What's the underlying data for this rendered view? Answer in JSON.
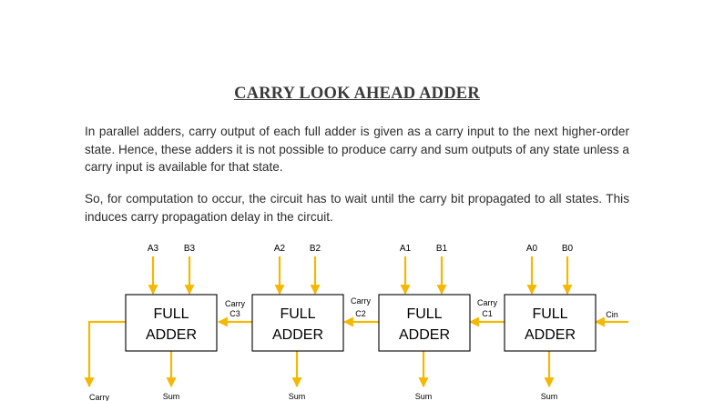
{
  "title": "CARRY LOOK AHEAD ADDER",
  "paragraph1": "In parallel adders, carry output of each full adder is given as a carry input to the next higher-order state. Hence, these adders it is not possible to produce carry and sum outputs of any state unless a carry input is available for that state.",
  "paragraph2": "So, for computation to occur, the circuit has to wait until the carry bit propagated to all states. This induces carry propagation delay in the circuit.",
  "diagram": {
    "colors": {
      "wire": "#f5b800",
      "box_stroke": "#000000"
    },
    "adders": [
      {
        "line1": "FULL",
        "line2": "ADDER",
        "in_a": "A3",
        "in_b": "B3",
        "sum": "Sum"
      },
      {
        "line1": "FULL",
        "line2": "ADDER",
        "in_a": "A2",
        "in_b": "B2",
        "sum": "Sum"
      },
      {
        "line1": "FULL",
        "line2": "ADDER",
        "in_a": "A1",
        "in_b": "B1",
        "sum": "Sum"
      },
      {
        "line1": "FULL",
        "line2": "ADDER",
        "in_a": "A0",
        "in_b": "B0",
        "sum": "Sum"
      }
    ],
    "carries": [
      {
        "label": "Carry",
        "sub": "C3"
      },
      {
        "label": "Carry",
        "sub": "C2"
      },
      {
        "label": "Carry",
        "sub": "C1"
      }
    ],
    "carry_in": "Cin",
    "carry_out": "Carry"
  }
}
